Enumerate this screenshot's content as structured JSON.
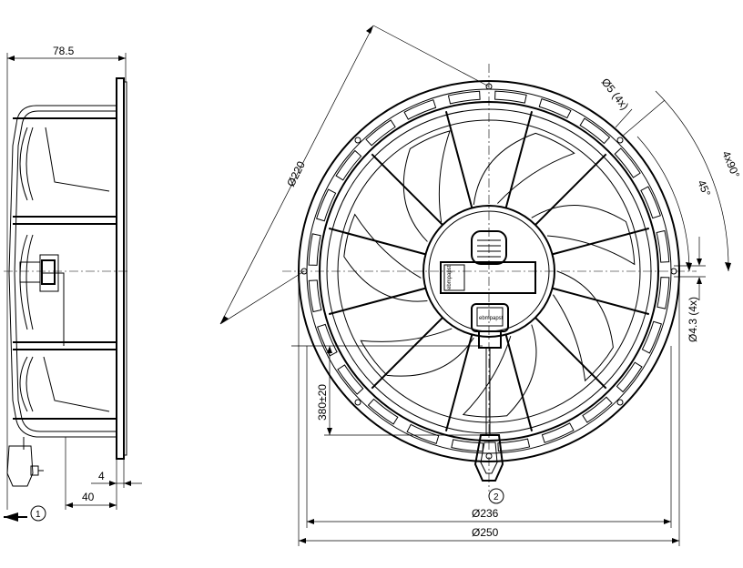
{
  "dimensions": {
    "depth": "78.5",
    "bolt_circle_diameter": "Ø220",
    "hole_diameter_4x": "Ø5 (4x)",
    "angle_45": "45°",
    "angle_4x90": "4x90°",
    "hole_diameter_4x_small": "Ø4.3 (4x)",
    "cable_length": "380±20",
    "flange_thickness": "4",
    "offset_40": "40",
    "inner_diameter": "Ø236",
    "outer_diameter": "Ø250"
  },
  "markers": {
    "marker_1": "1",
    "marker_2": "2"
  },
  "label": {
    "brand": "ebmpapst"
  }
}
